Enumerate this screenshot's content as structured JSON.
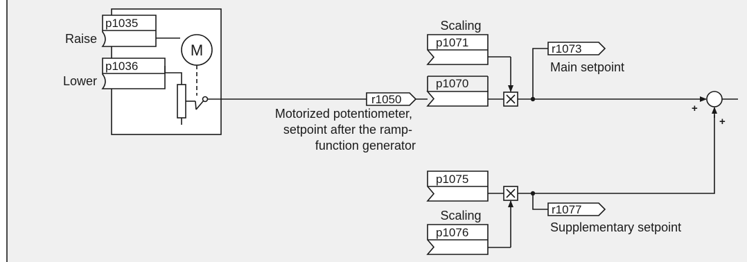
{
  "motor_pot": {
    "raise_param": "p1035",
    "raise_label": "Raise",
    "lower_param": "p1036",
    "lower_label": "Lower",
    "motor_symbol": "M"
  },
  "main_path": {
    "output_param": "r1050",
    "output_desc_lines": [
      "Motorized potentiometer,",
      "setpoint after the ramp-",
      "function generator"
    ],
    "input_param": "p1070",
    "scaling_label": "Scaling",
    "scaling_param": "p1071",
    "result_param": "r1073",
    "result_label": "Main setpoint"
  },
  "supp_path": {
    "input_param": "p1075",
    "scaling_label": "Scaling",
    "scaling_param": "p1076",
    "result_param": "r1077",
    "result_label": "Supplementary setpoint"
  },
  "summing": {
    "main_sign": "+",
    "supp_sign": "+"
  },
  "colors": {
    "background": "#ffffff",
    "panel_background": "#f0f0f0",
    "line": "#1a1a1a"
  }
}
